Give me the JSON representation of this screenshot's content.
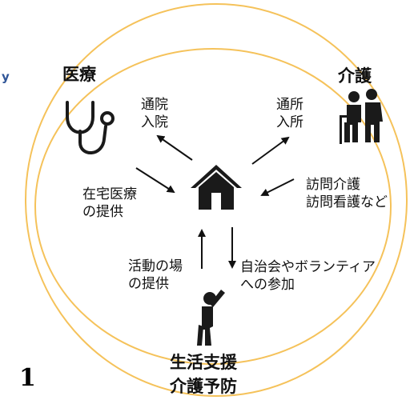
{
  "corners": {
    "medical": "医療",
    "care": "介護",
    "support_line1": "生活支援",
    "support_line2": "介護予防"
  },
  "labels": {
    "hospital": "通院\n入院",
    "facility": "通所\n入所",
    "home_medical": "在宅医療\nの提供",
    "home_care": "訪問介護\n訪問看護など",
    "activity_place": "活動の場\nの提供",
    "participation": "自治会やボランティア\nへの参加"
  },
  "edge_fragments": {
    "left": "y",
    "bottom_left": "1"
  },
  "colors": {
    "ring": "#f5c25a",
    "icon": "#1a1a1a",
    "arrow": "#111111",
    "edge_text": "#2f5597"
  },
  "icons": [
    "stethoscope-icon",
    "elderly-walking-icon",
    "house-icon",
    "stretching-person-icon"
  ]
}
